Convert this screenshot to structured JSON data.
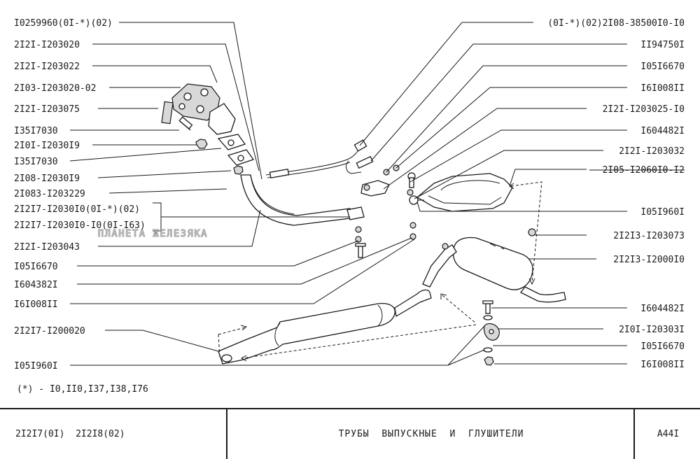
{
  "labels_left": [
    "I0259960(0I-*)(02)",
    "2I2I-I203020",
    "2I2I-I203022",
    "2I03-I203020-02",
    "2I2I-I203075",
    "I35I7030",
    "2I0I-I2030I9",
    "I35I7030",
    "2I08-I2030I9",
    "2I083-I203229",
    "2I2I7-I2030I0(0I-*)(02)",
    "2I2I7-I2030I0-I0(0I-I63)",
    "2I2I-I203043",
    "I05I6670",
    "I604382I",
    "I6I008II",
    "2I2I7-I200020",
    "I05I960I"
  ],
  "labels_right": [
    "(0I-*)(02)2I08-38500I0-I0",
    "II94750I",
    "I05I6670",
    "I6I008II",
    "2I2I-I203025-I0",
    "I604482I",
    "2I2I-I203032",
    "2I05-I2060I0-I2",
    "I05I960I",
    "2I2I3-I203073",
    "2I2I3-I2000I0",
    "I604482I",
    "2I0I-I20303I",
    "I05I6670",
    "I6I008II"
  ],
  "footnote": "(*) - I0,II0,I37,I38,I76",
  "watermark": "ПЛАНЕТА ЖЕЛЕЗЯКА",
  "title_block": {
    "models": "2I2I7(0I)  2I2I8(02)",
    "title": "ТРУБЫ  ВЫПУСКНЫЕ  И  ГЛУШИТЕЛИ",
    "code": "A44I"
  }
}
